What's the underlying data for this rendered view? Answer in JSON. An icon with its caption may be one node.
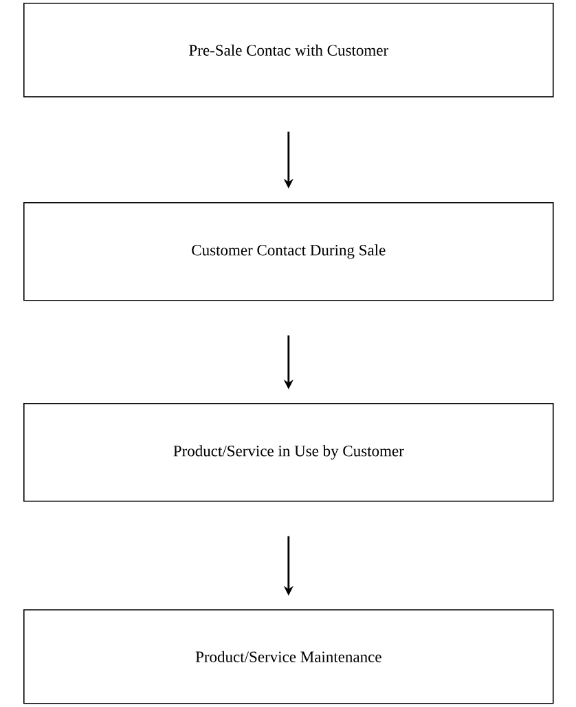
{
  "diagram": {
    "nodes": [
      {
        "text": [
          "Pre-Sale Contac with Customer"
        ]
      },
      {
        "text": [
          "Customer Contact During Sale"
        ]
      },
      {
        "text": [
          "Product/Service in Use by Customer"
        ]
      },
      {
        "text": [
          "Product/Service Maintenance"
        ]
      }
    ],
    "edges": [
      {
        "from": 0,
        "to": 1,
        "arrow": "to"
      },
      {
        "from": 1,
        "to": 2,
        "arrow": "to"
      },
      {
        "from": 2,
        "to": 3,
        "arrow": "to"
      }
    ]
  }
}
